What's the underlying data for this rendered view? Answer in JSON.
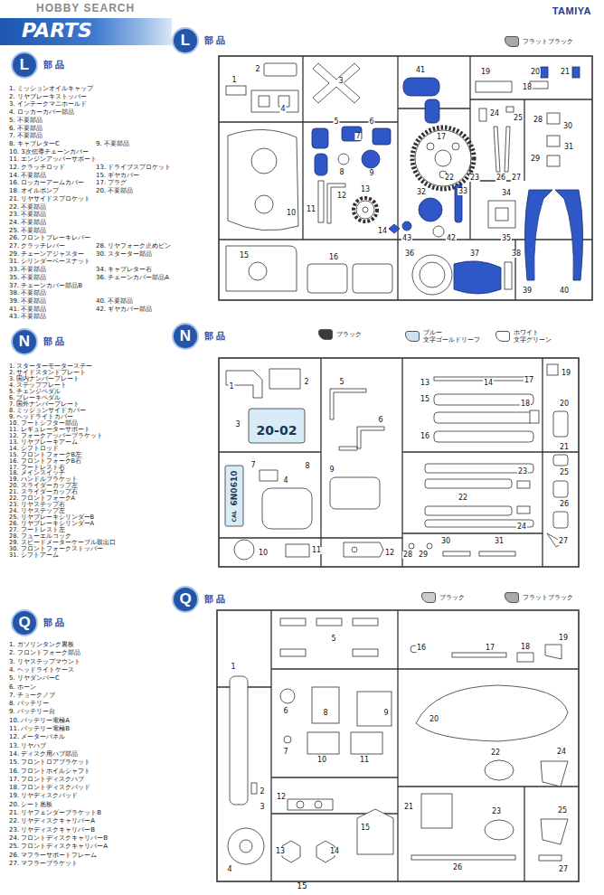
{
  "diagram": {
    "nodes": [
      {
        "text": [
          "PARTS"
        ]
      },
      {
        "text": [
          "L",
          "部 品"
        ]
      },
      {
        "text": [
          "N",
          "部 品"
        ]
      },
      {
        "text": [
          "Q",
          "部 品"
        ]
      },
      {
        "text": [
          "L",
          "部 品"
        ]
      },
      {
        "text": [
          "N",
          "部 品"
        ]
      },
      {
        "text": [
          "Q",
          "部 品"
        ]
      }
    ],
    "labels": [
      "HOBBY SEARCH",
      "TAMIYA",
      "1. ミッションオイルキャップ",
      "2. リヤブレーキストッパー",
      "3. インテークマニホールド",
      "4. ロッカーカバー部品",
      "5. 不要部品",
      "6. 不要部品",
      "7. 不要部品",
      "8. キャブレターC",
      "9. 不要部品",
      "10. 3次伝導チェーンカバー",
      "11. エンジンアッパーサポート",
      "12. クラッチロッド",
      "13. ドライブスプロケット",
      "14. 不要部品",
      "15. ギヤカバー",
      "16. ロッカーアームカバー",
      "17. プラグ",
      "18. オイルポンプ",
      "20. 不要部品",
      "21. リヤサイドスプロケット",
      "22. 不要部品",
      "23. 不要部品",
      "24. 不要部品",
      "25. 不要部品",
      "26. フロントブレーキレバー",
      "27. クラッチレバー",
      "28. リヤフォーク止めピン",
      "29. チェーンアジャスター",
      "30. スターター部品",
      "31. シリンダーベースナット",
      "33. 不要部品",
      "34. キャブレター右",
      "35. 不要部品",
      "36. チェーンカバー部品A",
      "37. チェーンカバー部品B",
      "38. 不要部品",
      "39. 不要部品",
      "40. 不要部品",
      "41. 不要部品",
      "42. ギヤカバー部品",
      "43. 不要部品",
      "1. スターターモーターステー",
      "2. サイドスタンドプレート",
      "3. 国内ナンバープレート",
      "4. ステッププレート",
      "5. チェンジペダル",
      "6. ブレーキペダル",
      "7. 国外ナンバープレート",
      "8. ミッションサイドカバー",
      "9. ヘッドライトカバー",
      "10. フートシフター部品",
      "11. レギュレーターサポート",
      "12. フォークアッパーブラケット",
      "13. リヤブレーキアーム",
      "14. シフトロッド",
      "15. フロントフォークB左",
      "16. フロントフォークB右",
      "17. フートレスト右",
      "18. メインスイッチ",
      "19. ハンドルブラケット",
      "20. スライダーカップ左",
      "21. スライダーカップ右",
      "22. フロントフォークA",
      "23. リヤステップ右",
      "24. リヤステップ左",
      "25. リヤブレーキシリンダーB",
      "26. リヤブレーキシリンダーA",
      "27. フートレスト左",
      "28. フューエルコック",
      "29. スピードメーターケーブル取出口",
      "30. フロントフォークストッパー",
      "31. シフトアーム",
      "1. ガソリンタンク裏板",
      "2. フロントフォーク部品",
      "3. リヤステップマウント",
      "4. ヘッドライトケース",
      "5. リヤダンパーC",
      "6. ホーン",
      "7. チョークノブ",
      "8. バッテリー",
      "9. バッテリー台",
      "10. バッテリー電極A",
      "11. バッテリー電極B",
      "12. メーターパネル",
      "13. リヤハブ",
      "14. ディスク用ハブ部品",
      "15. フロントロアブラケット",
      "16. フロントホイルシャフト",
      "17. フロントディスクハブ",
      "18. フロントディスクパッド",
      "19. リヤディスクパッド",
      "20. シート底板",
      "21. リヤフェンダーブラケットB",
      "22. リヤディスクキャリパーA",
      "23. リヤディスクキャリパーB",
      "24. フロントディスクキャリパーB",
      "25. フロントディスクキャリパーA",
      "26. マフラーサポートフレーム",
      "27. マフラーブラケット",
      "1",
      "2",
      "3",
      "4",
      "5",
      "6",
      "7",
      "8",
      "9",
      "10",
      "11",
      "12",
      "13",
      "14",
      "15",
      "16",
      "17",
      "18",
      "19",
      "20",
      "21",
      "22",
      "23",
      "24",
      "25",
      "26",
      "27",
      "28",
      "29",
      "30",
      "31",
      "32",
      "33",
      "34",
      "35",
      "36",
      "37",
      "38",
      "39",
      "40",
      "41",
      "42",
      "43",
      "20-02",
      "CAL",
      "6N0610",
      "1",
      "2",
      "3",
      "4",
      "5",
      "6",
      "7",
      "8",
      "9",
      "10",
      "11",
      "12",
      "13",
      "14",
      "15",
      "16",
      "17",
      "18",
      "19",
      "20",
      "21",
      "22",
      "23",
      "24",
      "25",
      "26",
      "27",
      "28",
      "29",
      "30",
      "31",
      "1",
      "2",
      "3",
      "4",
      "5",
      "6",
      "7",
      "8",
      "9",
      "10",
      "11",
      "12",
      "13",
      "14",
      "15",
      "16",
      "17",
      "18",
      "19",
      "20",
      "21",
      "22",
      "23",
      "24",
      "25",
      "26",
      "27",
      "15"
    ],
    "legend": [
      {
        "text": "フラットブラック",
        "color": "#a9a9a9"
      },
      {
        "text": "ブラック",
        "color": "#3a3a3a"
      },
      {
        "text": "ブルー 文字ゴールドリーフ",
        "color": "#cfe2f3"
      },
      {
        "text": "ホワイト 文字グリーン",
        "color": "#ffffff"
      },
      {
        "text": "ブラック",
        "color": "#cccccc"
      },
      {
        "text": "フラットブラック",
        "color": "#a9a9a9"
      }
    ]
  }
}
